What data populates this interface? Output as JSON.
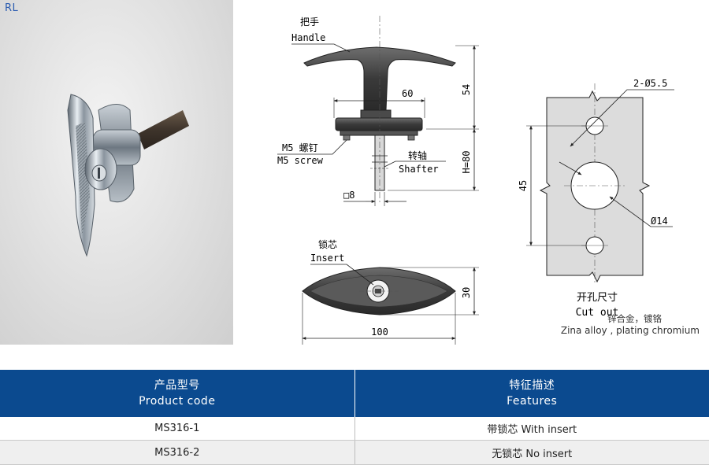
{
  "corner_label": "RL",
  "photo": {
    "caption_cn": "锌合金，镀铬",
    "caption_en": "Zina alloy , plating chromium"
  },
  "drawing": {
    "handle_cn": "把手",
    "handle_en": "Handle",
    "dim_60": "60",
    "dim_54": "54",
    "screw_cn": "M5 螺钉",
    "screw_en": "M5 screw",
    "shaft_cn": "转轴",
    "shaft_en": "Shafter",
    "dim_h80": "H=80",
    "dim_square8": "□8",
    "insert_cn": "锁芯",
    "insert_en": "Insert",
    "dim_30": "30",
    "dim_100": "100",
    "hole_small": "2-Ø5.5",
    "hole_large": "Ø14",
    "dim_45": "45",
    "cutout_cn": "开孔尺寸",
    "cutout_en": "Cut out"
  },
  "table": {
    "headers": [
      {
        "cn": "产品型号",
        "en": "Product code"
      },
      {
        "cn": "特征描述",
        "en": "Features"
      }
    ],
    "rows": [
      {
        "code": "MS316-1",
        "feature": "带锁芯  With insert"
      },
      {
        "code": "MS316-2",
        "feature": "无锁芯  No insert"
      }
    ]
  },
  "colors": {
    "header_bg": "#0b4a8f",
    "corner_label": "#2a5bb0",
    "row_alt": "#efefef"
  }
}
